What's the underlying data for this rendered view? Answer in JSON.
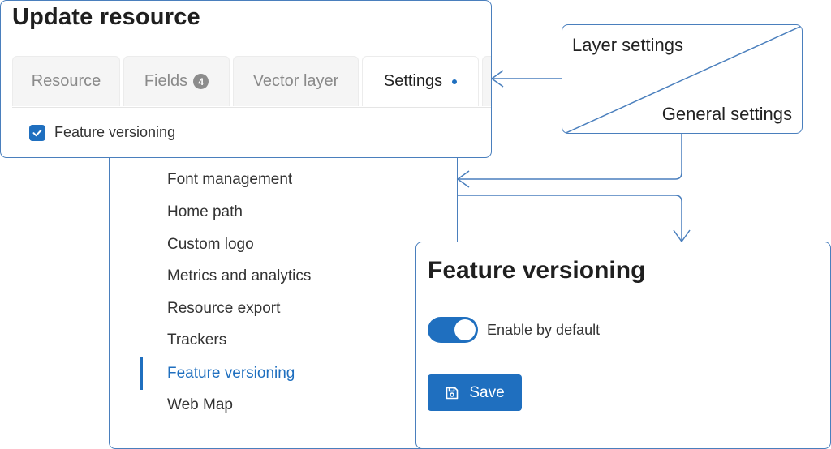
{
  "update_resource": {
    "title": "Update resource",
    "tabs": [
      {
        "label": "Resource"
      },
      {
        "label": "Fields",
        "badge": "4"
      },
      {
        "label": "Vector layer"
      },
      {
        "label": "Settings",
        "active": true
      }
    ],
    "checkbox": {
      "label": "Feature versioning",
      "checked": true
    }
  },
  "settings_box": {
    "top_label": "Layer settings",
    "bottom_label": "General settings"
  },
  "settings_nav": {
    "items": [
      {
        "label": "Font management"
      },
      {
        "label": "Home path"
      },
      {
        "label": "Custom logo"
      },
      {
        "label": "Metrics and analytics"
      },
      {
        "label": "Resource export"
      },
      {
        "label": "Trackers"
      },
      {
        "label": "Feature versioning",
        "active": true
      },
      {
        "label": "Web Map"
      }
    ]
  },
  "feature_versioning": {
    "title": "Feature versioning",
    "toggle_label": "Enable by default",
    "toggle_on": true,
    "save_label": "Save"
  },
  "colors": {
    "accent": "#1f6fbf",
    "border": "#4a7fbd"
  }
}
